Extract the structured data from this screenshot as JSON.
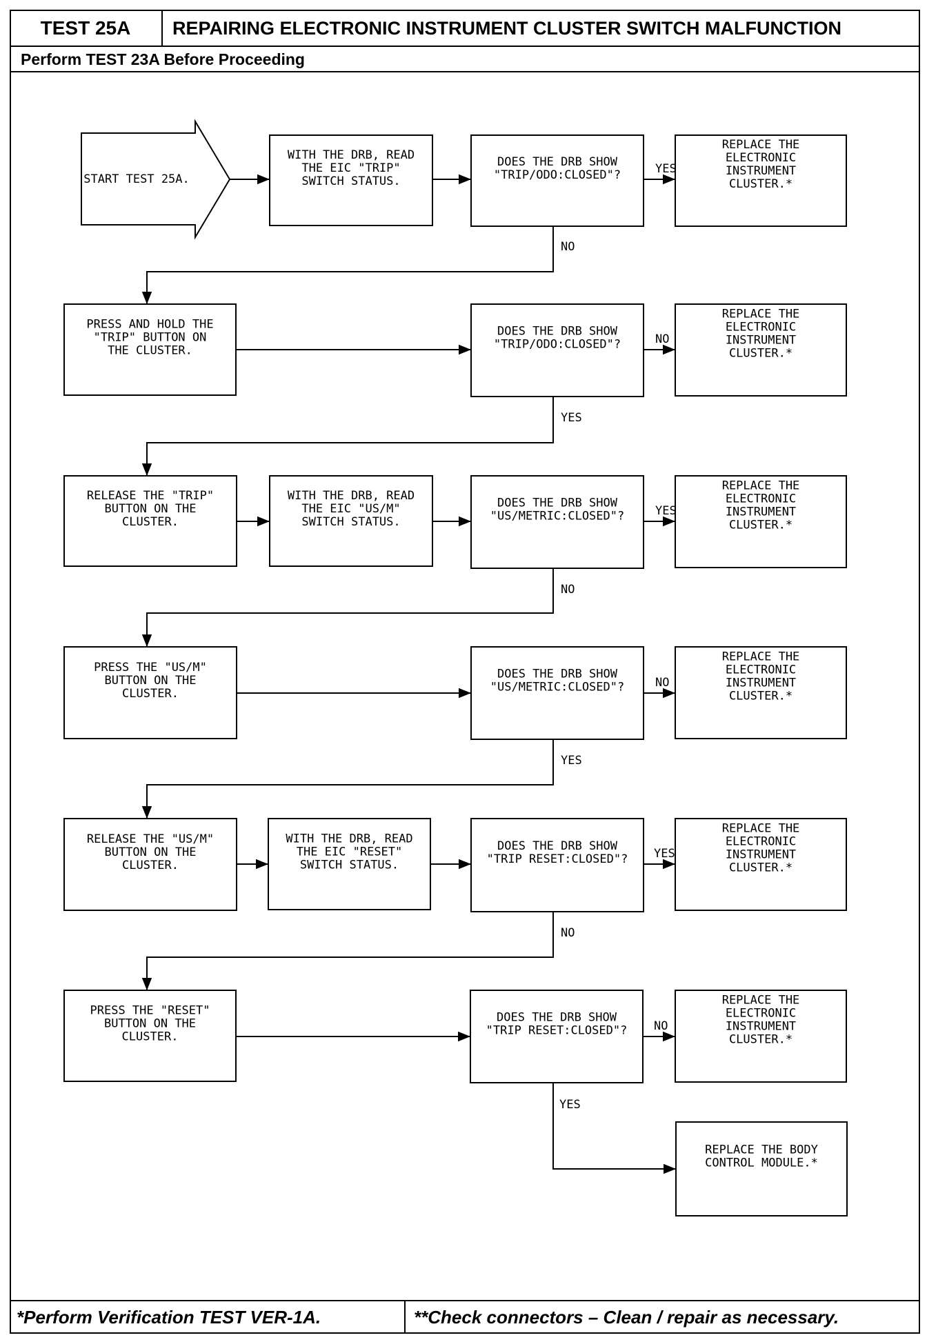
{
  "header": {
    "test_id": "TEST 25A",
    "title": "REPAIRING ELECTRONIC INSTRUMENT CLUSTER SWITCH MALFUNCTION",
    "prerequisite": "Perform TEST 23A Before Proceeding"
  },
  "footer": {
    "note_left": "*Perform Verification TEST VER-1A.",
    "note_right": "**Check connectors – Clean / repair as necessary."
  },
  "flowchart": {
    "start": {
      "lines": [
        "START TEST 25A."
      ]
    },
    "steps": [
      {
        "id": "s1",
        "lines": [
          "WITH THE DRB, READ",
          "THE EIC \"TRIP\"",
          "SWITCH STATUS."
        ]
      },
      {
        "id": "q1",
        "lines": [
          "DOES THE DRB SHOW",
          "\"TRIP/ODO:CLOSED\"?"
        ]
      },
      {
        "id": "r1",
        "lines": [
          "REPLACE THE",
          "ELECTRONIC",
          "INSTRUMENT",
          "CLUSTER.*"
        ]
      },
      {
        "id": "s2",
        "lines": [
          "PRESS AND HOLD THE",
          "\"TRIP\" BUTTON ON",
          "THE CLUSTER."
        ]
      },
      {
        "id": "q2",
        "lines": [
          "DOES THE DRB SHOW",
          "\"TRIP/ODO:CLOSED\"?"
        ]
      },
      {
        "id": "r2",
        "lines": [
          "REPLACE THE",
          "ELECTRONIC",
          "INSTRUMENT",
          "CLUSTER.*"
        ]
      },
      {
        "id": "s3a",
        "lines": [
          "RELEASE THE \"TRIP\"",
          "BUTTON ON THE",
          "CLUSTER."
        ]
      },
      {
        "id": "s3b",
        "lines": [
          "WITH THE DRB, READ",
          "THE EIC \"US/M\"",
          "SWITCH STATUS."
        ]
      },
      {
        "id": "q3",
        "lines": [
          "DOES THE DRB SHOW",
          "\"US/METRIC:CLOSED\"?"
        ]
      },
      {
        "id": "r3",
        "lines": [
          "REPLACE THE",
          "ELECTRONIC",
          "INSTRUMENT",
          "CLUSTER.*"
        ]
      },
      {
        "id": "s4",
        "lines": [
          "PRESS THE \"US/M\"",
          "BUTTON ON THE",
          "CLUSTER."
        ]
      },
      {
        "id": "q4",
        "lines": [
          "DOES THE DRB SHOW",
          "\"US/METRIC:CLOSED\"?"
        ]
      },
      {
        "id": "r4",
        "lines": [
          "REPLACE THE",
          "ELECTRONIC",
          "INSTRUMENT",
          "CLUSTER.*"
        ]
      },
      {
        "id": "s5a",
        "lines": [
          "RELEASE THE \"US/M\"",
          "BUTTON ON THE",
          "CLUSTER."
        ]
      },
      {
        "id": "s5b",
        "lines": [
          "WITH THE DRB, READ",
          "THE EIC \"RESET\"",
          "SWITCH STATUS."
        ]
      },
      {
        "id": "q5",
        "lines": [
          "DOES THE DRB SHOW",
          "\"TRIP RESET:CLOSED\"?"
        ]
      },
      {
        "id": "r5",
        "lines": [
          "REPLACE THE",
          "ELECTRONIC",
          "INSTRUMENT",
          "CLUSTER.*"
        ]
      },
      {
        "id": "s6",
        "lines": [
          "PRESS THE \"RESET\"",
          "BUTTON ON THE",
          "CLUSTER."
        ]
      },
      {
        "id": "q6",
        "lines": [
          "DOES THE DRB SHOW",
          "\"TRIP RESET:CLOSED\"?"
        ]
      },
      {
        "id": "r6",
        "lines": [
          "REPLACE THE",
          "ELECTRONIC",
          "INSTRUMENT",
          "CLUSTER.*"
        ]
      },
      {
        "id": "r7",
        "lines": [
          "REPLACE THE BODY",
          "CONTROL MODULE.*"
        ]
      }
    ],
    "edge_labels": {
      "q1_right": "YES",
      "q1_down": "NO",
      "q2_right": "NO",
      "q2_down": "YES",
      "q3_right": "YES",
      "q3_down": "NO",
      "q4_right": "NO",
      "q4_down": "YES",
      "q5_right": "YES",
      "q5_down": "NO",
      "q6_right": "NO",
      "q6_down": "YES"
    }
  }
}
